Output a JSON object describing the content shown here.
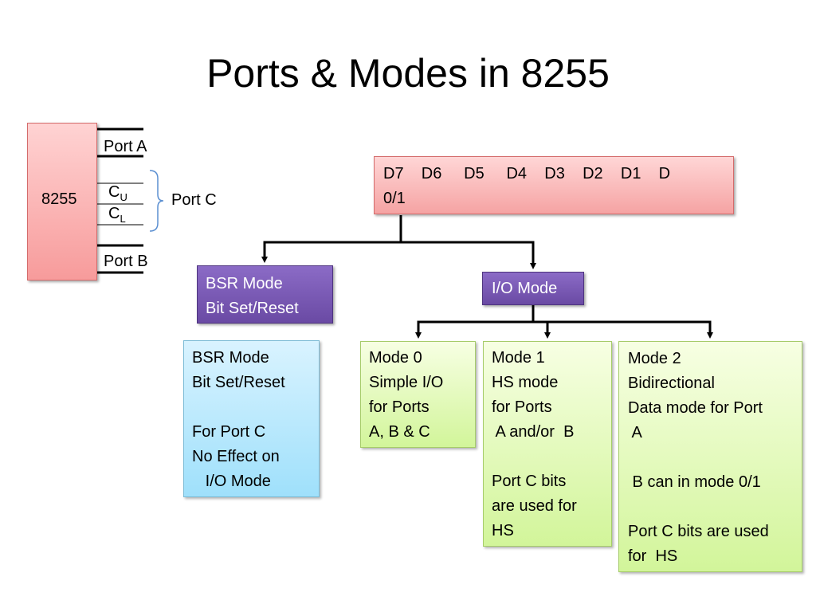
{
  "title": "Ports & Modes in 8255",
  "chip": {
    "label": "8255",
    "port_a": "Port A",
    "cu": "C",
    "cu_sub": "U",
    "cl": "C",
    "cl_sub": "L",
    "port_c": "Port C",
    "port_b": "Port B"
  },
  "register": {
    "line1": "D7    D6     D5     D4    D3    D2    D1    D",
    "line2": "0/1"
  },
  "bsr_head": {
    "line1": "BSR Mode",
    "line2": "Bit Set/Reset"
  },
  "io_head": "I/O Mode",
  "bsr_detail": [
    "BSR Mode",
    "Bit Set/Reset",
    "",
    "For Port C",
    "No Effect on",
    "   I/O Mode"
  ],
  "mode0": [
    "Mode 0",
    "Simple I/O",
    "for Ports",
    "A, B & C"
  ],
  "mode1": [
    "Mode 1",
    "HS mode",
    "for Ports",
    " A and/or  B",
    "",
    "Port C bits",
    "are used for",
    "HS"
  ],
  "mode2": [
    "Mode 2",
    "Bidirectional",
    "Data mode for Port",
    " A",
    "",
    " B can in mode 0/1",
    "",
    "Port C bits are used",
    "for  HS"
  ],
  "colors": {
    "chip": "#f79b9b",
    "register": "#f5a3a3",
    "mode_head": "#6a4aa4",
    "bsr_detail": "#9fe0fb",
    "io_detail": "#d2f59a",
    "brace": "#5b8fd1"
  }
}
